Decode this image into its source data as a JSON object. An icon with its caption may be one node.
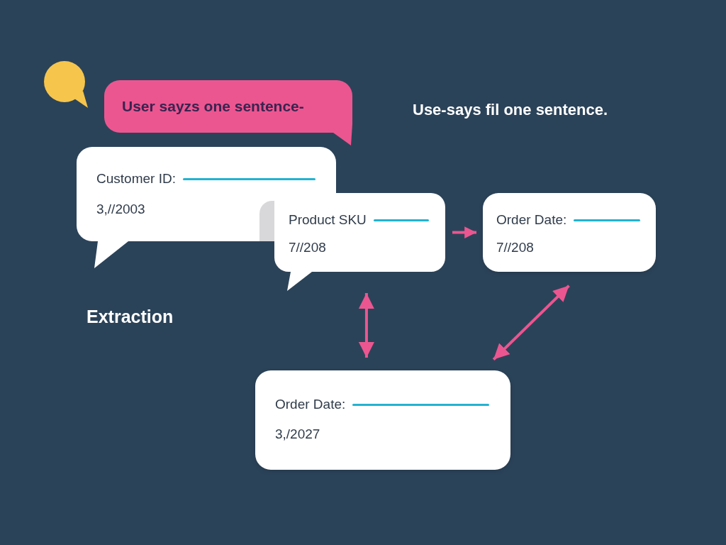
{
  "diagram": {
    "nodes": [
      {
        "text": [
          "User sayzs one sentence-"
        ]
      },
      {
        "text": [
          "Customer ID:",
          "3,//2003"
        ]
      },
      {
        "text": [
          "Product SKU",
          "7//208"
        ]
      },
      {
        "text": [
          "Order Date:",
          "7//208"
        ]
      },
      {
        "text": [
          "Order Date:",
          "3,/2027"
        ]
      }
    ],
    "edges": [
      {
        "from": 2,
        "to": 3,
        "arrow": "to"
      },
      {
        "from": 2,
        "to": 4,
        "arrow": "both"
      },
      {
        "from": 3,
        "to": 4,
        "arrow": "both"
      }
    ],
    "labels": [
      "Use-says fil one sentence.",
      "Extraction"
    ]
  }
}
